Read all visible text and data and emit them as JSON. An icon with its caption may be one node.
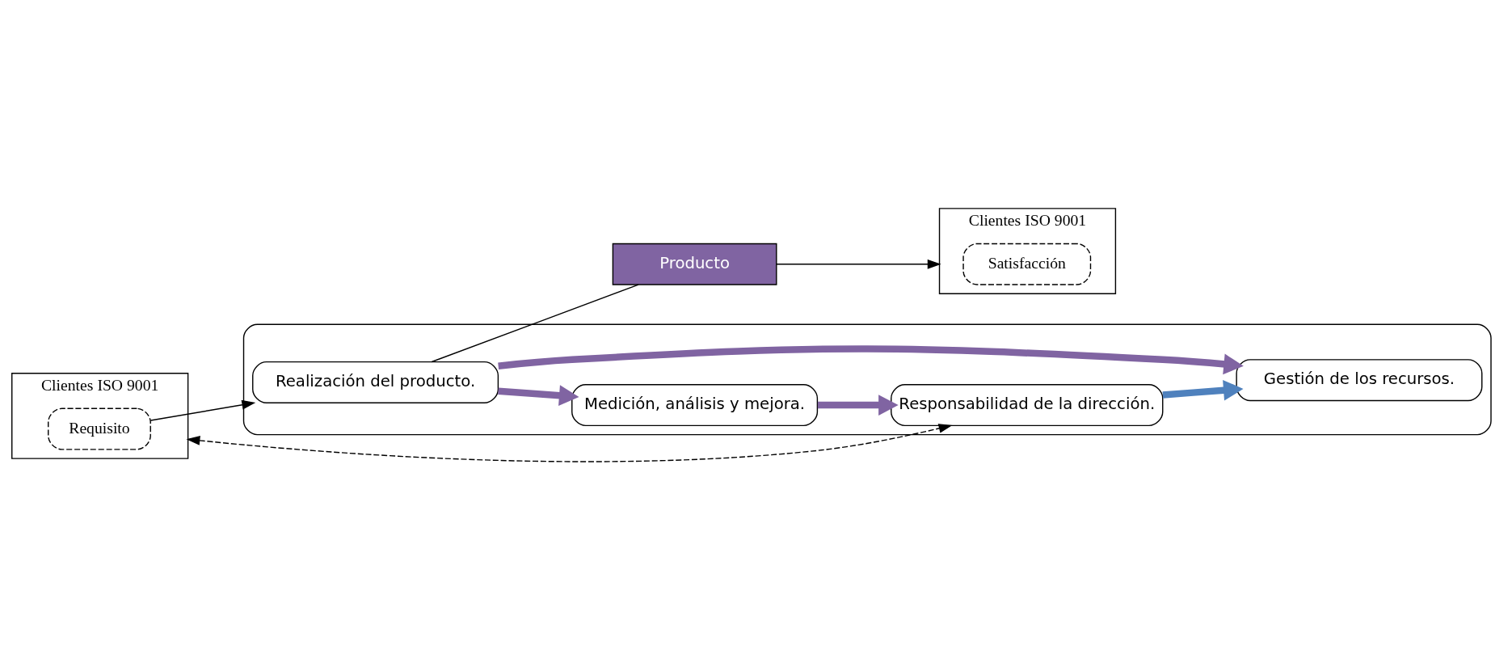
{
  "diagram": {
    "nodes": [
      {
        "text": [
          "Clientes ISO 9001"
        ]
      },
      {
        "text": [
          "Requisito"
        ],
        "in": 0
      },
      {
        "text": [],
        "shape": "ellipse"
      },
      {
        "text": [
          "Responsabilidad de la dirección."
        ],
        "in": 2
      },
      {
        "text": [
          "Gestión de los recursos."
        ],
        "in": 2
      },
      {
        "text": [
          "Medición, análisis y mejora."
        ],
        "in": 2
      },
      {
        "text": [
          "Realización del producto."
        ],
        "in": 2
      },
      {
        "text": [
          "Producto"
        ]
      },
      {
        "text": [
          "Clientes ISO 9001"
        ]
      },
      {
        "text": [
          "Satisfacción"
        ],
        "in": 8
      }
    ],
    "edges": [
      {
        "from": 0,
        "to": 3,
        "arrow": "both",
        "style": "dashed"
      },
      {
        "from": 3,
        "to": 4,
        "arrow": "to",
        "style": "thick",
        "color": "#4f81bd"
      },
      {
        "from": 6,
        "to": 4,
        "arrow": "to",
        "style": "thick",
        "color": "#8064a2"
      },
      {
        "from": 6,
        "to": 5,
        "arrow": "to",
        "style": "thick",
        "color": "#8064a2"
      },
      {
        "from": 5,
        "to": 3,
        "arrow": "to",
        "style": "thick",
        "color": "#8064a2"
      },
      {
        "from": 1,
        "to": 6,
        "arrow": "to"
      },
      {
        "from": 6,
        "to": 7,
        "arrow": "none"
      },
      {
        "from": 7,
        "to": 8,
        "arrow": "to"
      }
    ]
  }
}
